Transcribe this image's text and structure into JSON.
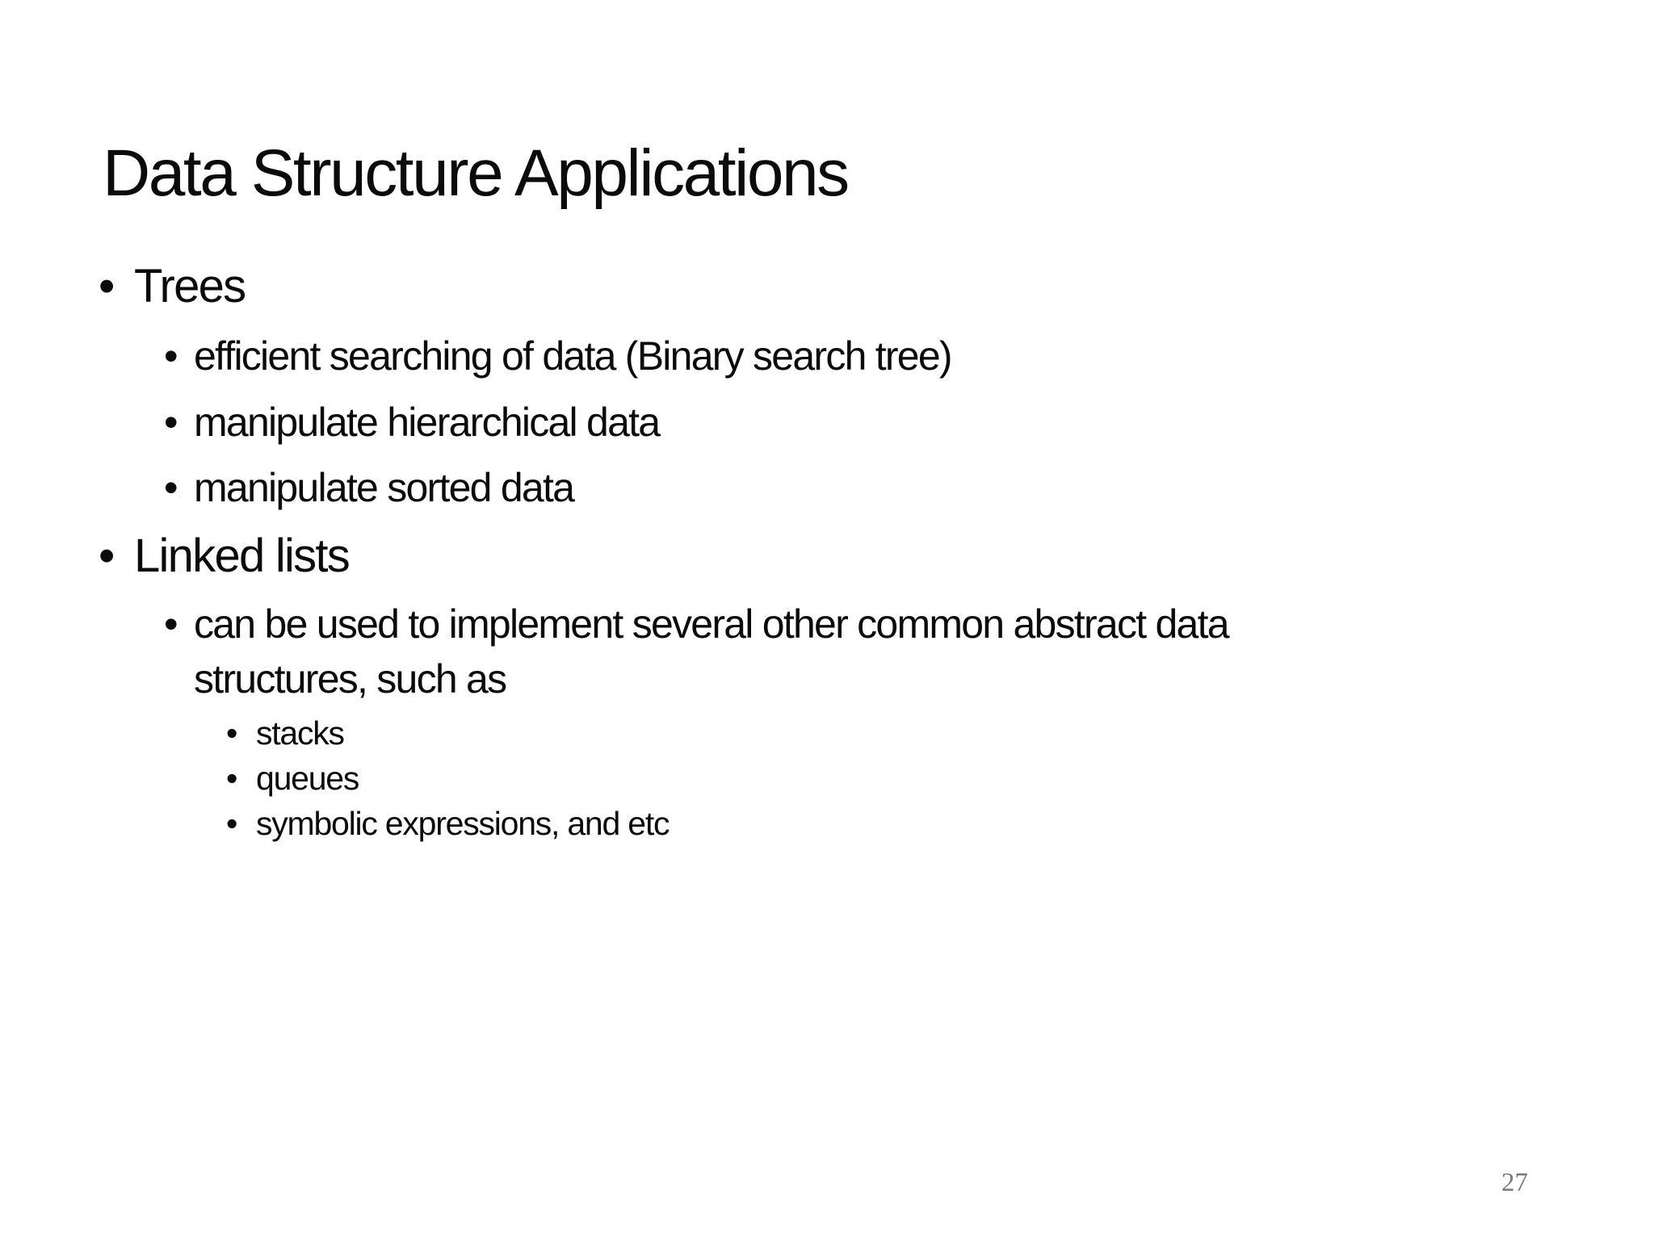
{
  "slide": {
    "title": "Data Structure Applications",
    "bullet_char": "•",
    "lines": [
      {
        "level": 1,
        "text": "Trees"
      },
      {
        "level": 2,
        "text": "efficient searching of data (Binary search tree)"
      },
      {
        "level": 2,
        "text": "manipulate hierarchical data"
      },
      {
        "level": 2,
        "text": "manipulate sorted data"
      },
      {
        "level": 1,
        "text": "Linked lists"
      },
      {
        "level": 2,
        "text": "can be used to implement several other common abstract data"
      },
      {
        "level": 2,
        "text": "structures, such as",
        "continuation": true
      },
      {
        "level": 3,
        "text": "stacks"
      },
      {
        "level": 3,
        "text": "queues"
      },
      {
        "level": 3,
        "text": "symbolic expressions, and etc"
      }
    ],
    "page_number": "27",
    "colors": {
      "background": "#ffffff",
      "text": "#0b0b0b",
      "page_number": "#7a7a7a"
    }
  }
}
